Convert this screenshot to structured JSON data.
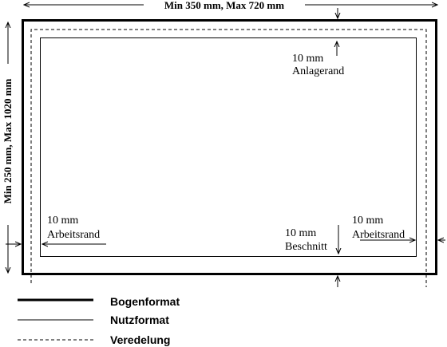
{
  "dimensions": {
    "width_label": "Min 350 mm,  Max 720 mm",
    "height_label": "Min 250 mm,  Max 1020 mm"
  },
  "annotations": {
    "top": {
      "value": "10 mm",
      "label": "Anlagerand"
    },
    "left": {
      "value": "10 mm",
      "label": "Arbeitsrand"
    },
    "bottom": {
      "value": "10 mm",
      "label": "Beschnitt"
    },
    "right": {
      "value": "10 mm",
      "label": "Arbeitsrand"
    }
  },
  "legend": [
    {
      "style": "thick",
      "label": "Bogenformat"
    },
    {
      "style": "thin",
      "label": "Nutzformat"
    },
    {
      "style": "dashed",
      "label": "Veredelung"
    }
  ],
  "colors": {
    "stroke": "#000000",
    "background": "#ffffff"
  }
}
